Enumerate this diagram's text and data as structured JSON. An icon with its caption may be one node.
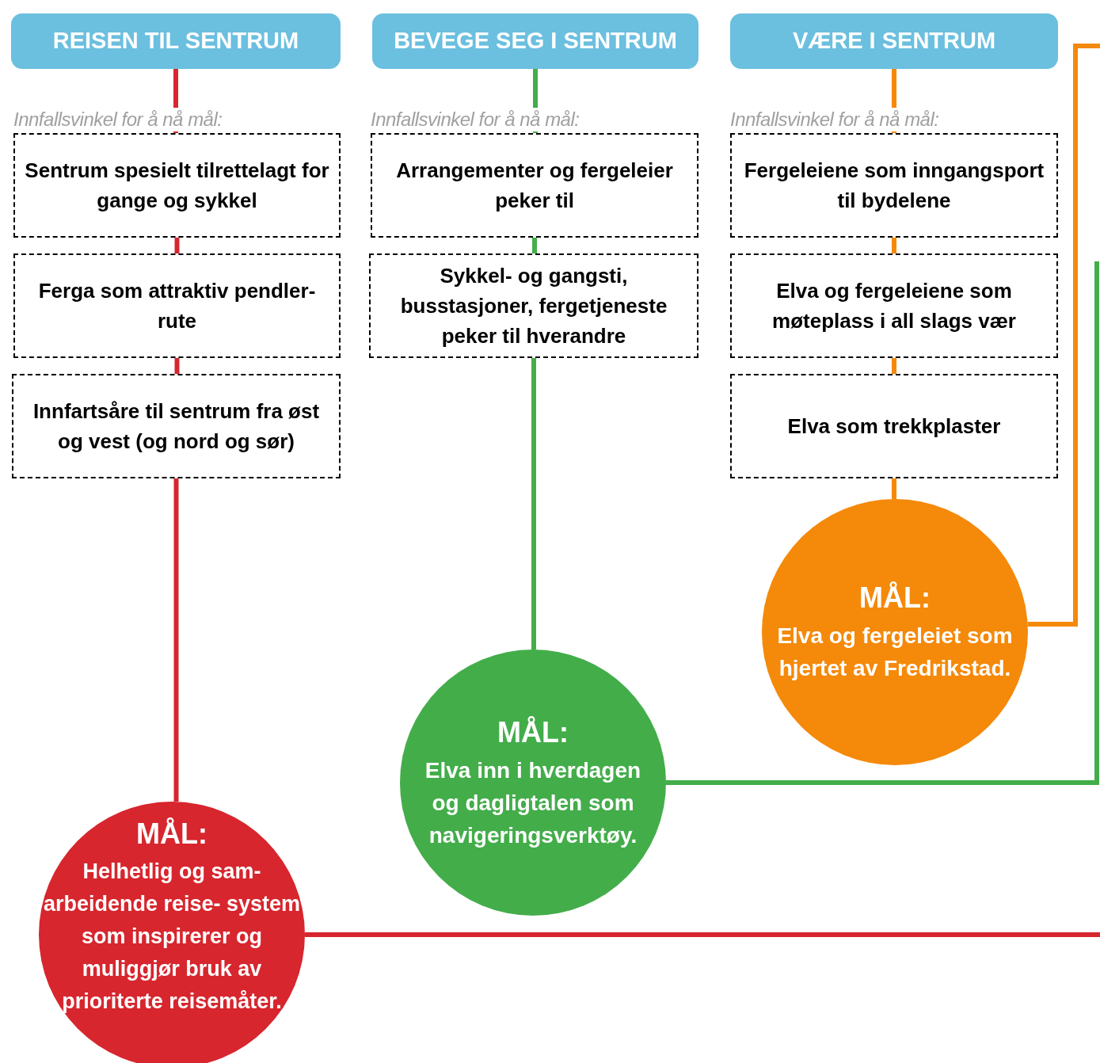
{
  "diagram": {
    "nodes": [
      {
        "text": [
          "REISEN TIL SENTRUM"
        ]
      },
      {
        "text": [
          "Sentrum spesielt tilrettelagt for gange og sykkel"
        ]
      },
      {
        "text": [
          "Ferga som attraktiv pendler-rute"
        ]
      },
      {
        "text": [
          "Innfartsåre til sentrum fra øst og vest (og nord og sør)"
        ]
      },
      {
        "text": [
          "MÅL:",
          "Helhetlig og sam- arbeidende reise- system som inspirerer og muliggjør bruk av prioriterte reisemåter."
        ]
      },
      {
        "text": [
          "BEVEGE SEG I SENTRUM"
        ]
      },
      {
        "text": [
          "Arrangementer og fergeleier peker til"
        ]
      },
      {
        "text": [
          "Sykkel- og gangsti, busstasjoner, fergetjeneste peker til hverandre"
        ]
      },
      {
        "text": [
          "MÅL:",
          "Elva inn i hverdagen og dagligtalen som navigeringsverktøy."
        ]
      },
      {
        "text": [
          "VÆRE I SENTRUM"
        ]
      },
      {
        "text": [
          "Fergeleiene som inngangsport til bydelene"
        ]
      },
      {
        "text": [
          "Elva og fergeleiene som møteplass i all slags vær"
        ]
      },
      {
        "text": [
          "Elva som trekkplaster"
        ]
      },
      {
        "text": [
          "MÅL:",
          "Elva og fergeleiet som hjertet av Fredrikstad."
        ]
      }
    ],
    "edges": [
      {
        "from": 0,
        "to": 1,
        "arrow": "none",
        "color": "#d7262e"
      },
      {
        "from": 1,
        "to": 2,
        "arrow": "none",
        "color": "#d7262e"
      },
      {
        "from": 2,
        "to": 3,
        "arrow": "none",
        "color": "#d7262e"
      },
      {
        "from": 3,
        "to": 4,
        "arrow": "none",
        "color": "#d7262e"
      },
      {
        "from": 4,
        "to": null,
        "arrow": "none",
        "color": "#d7262e"
      },
      {
        "from": 5,
        "to": 6,
        "arrow": "none",
        "color": "#43ad4a"
      },
      {
        "from": 6,
        "to": 7,
        "arrow": "none",
        "color": "#43ad4a"
      },
      {
        "from": 7,
        "to": 8,
        "arrow": "none",
        "color": "#43ad4a"
      },
      {
        "from": 8,
        "to": null,
        "arrow": "none",
        "color": "#43ad4a"
      },
      {
        "from": 9,
        "to": 10,
        "arrow": "none",
        "color": "#f5890a"
      },
      {
        "from": 10,
        "to": 11,
        "arrow": "none",
        "color": "#f5890a"
      },
      {
        "from": 11,
        "to": 12,
        "arrow": "none",
        "color": "#f5890a"
      },
      {
        "from": 12,
        "to": 13,
        "arrow": "none",
        "color": "#f5890a"
      },
      {
        "from": 13,
        "to": null,
        "arrow": "none",
        "color": "#f5890a"
      }
    ],
    "labels": [
      "Innfallsvinkel for å nå mål:",
      "Innfallsvinkel for å nå mål:",
      "Innfallsvinkel for å nå mål:"
    ]
  }
}
